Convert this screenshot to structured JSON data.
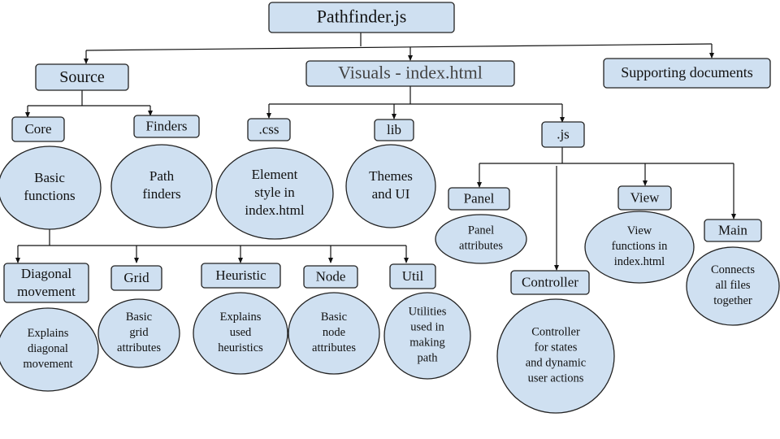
{
  "diagram": {
    "root": "Pathfinder.js",
    "top": {
      "source": "Source",
      "visuals": "Visuals - index.html",
      "supporting": "Supporting documents"
    },
    "source": {
      "core": "Core",
      "finders": "Finders",
      "core_desc": [
        "Basic",
        "functions"
      ],
      "finders_desc": [
        "Path",
        "finders"
      ],
      "core_children": [
        {
          "label": [
            "Diagonal",
            "movement"
          ],
          "desc": [
            "Explains",
            "diagonal",
            "movement"
          ]
        },
        {
          "label": [
            "Grid"
          ],
          "desc": [
            "Basic",
            "grid",
            "attributes"
          ]
        },
        {
          "label": [
            "Heuristic"
          ],
          "desc": [
            "Explains",
            "used",
            "heuristics"
          ]
        },
        {
          "label": [
            "Node"
          ],
          "desc": [
            "Basic",
            "node",
            "attributes"
          ]
        },
        {
          "label": [
            "Util"
          ],
          "desc": [
            "Utilities",
            "used in",
            "making",
            "path"
          ]
        }
      ]
    },
    "visuals": {
      "css": ".css",
      "lib": "lib",
      "js": ".js",
      "css_desc": [
        "Element",
        "style in",
        "index.html"
      ],
      "lib_desc": [
        "Themes",
        "and UI"
      ],
      "js_children": [
        {
          "label": [
            "Panel"
          ],
          "desc": [
            "Panel",
            "attributes"
          ]
        },
        {
          "label": [
            "Controller"
          ],
          "desc": [
            "Controller",
            "for states",
            "and dynamic",
            "user actions"
          ]
        },
        {
          "label": [
            "View"
          ],
          "desc": [
            "View",
            "functions in",
            "index.html"
          ]
        },
        {
          "label": [
            "Main"
          ],
          "desc": [
            "Connects",
            "all files",
            "together"
          ]
        }
      ]
    }
  },
  "colors": {
    "node_fill": "#cfe0f1",
    "stroke": "#222222",
    "text": "#111111"
  }
}
